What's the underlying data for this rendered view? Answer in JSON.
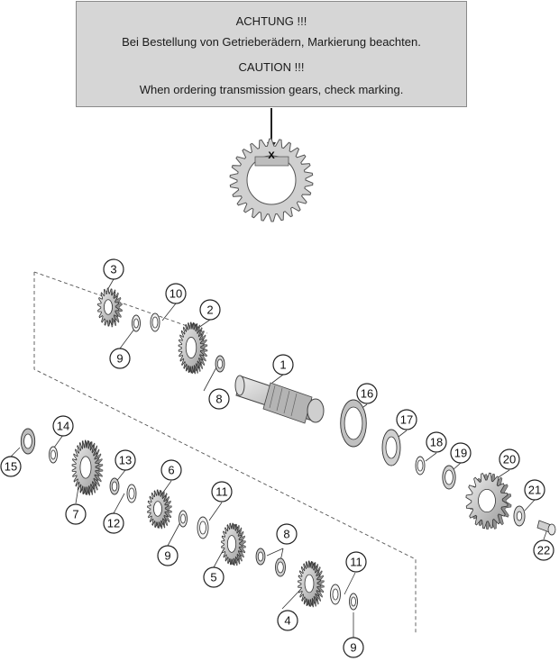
{
  "notice": {
    "line1": "ACHTUNG !!!",
    "line2": "Bei Bestellung von Getrieberädern, Markierung beachten.",
    "line3": "CAUTION !!!",
    "line4": "When ordering transmission gears, check marking."
  },
  "marking_label": "X",
  "callouts": [
    "1",
    "2",
    "3",
    "4",
    "5",
    "6",
    "7",
    "8",
    "8",
    "9",
    "9",
    "9",
    "10",
    "11",
    "11",
    "12",
    "13",
    "14",
    "15",
    "16",
    "17",
    "18",
    "19",
    "20",
    "21",
    "22"
  ],
  "colors": {
    "notice_bg": "#d6d6d6",
    "part_fill": "#c8c8c8",
    "outline": "#222222"
  }
}
